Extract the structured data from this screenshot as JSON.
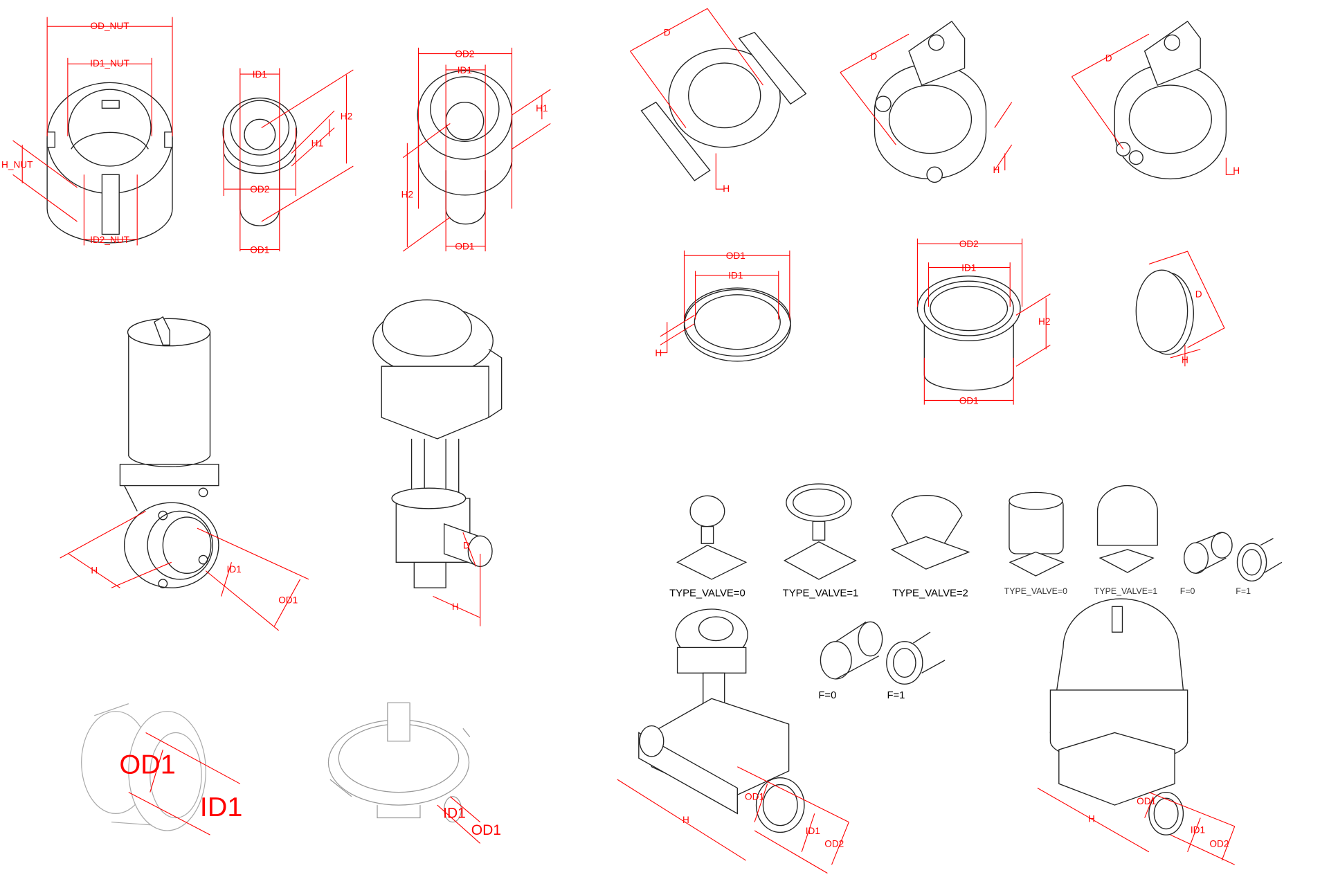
{
  "nut": {
    "od": "OD_NUT",
    "id1": "ID1_NUT",
    "h": "H_NUT",
    "id2": "ID2_NUT"
  },
  "ferrule_a": {
    "id1": "ID1",
    "h2": "H2",
    "h1": "H1",
    "od2": "OD2",
    "od1": "OD1"
  },
  "ferrule_b": {
    "od2": "OD2",
    "id1": "ID1",
    "h1": "H1",
    "h2": "H2",
    "od1": "OD1"
  },
  "clamps": [
    {
      "d": "D",
      "h": "H"
    },
    {
      "d": "D",
      "h": "H"
    },
    {
      "d": "D",
      "h": "H"
    }
  ],
  "gasket": {
    "od1": "OD1",
    "id1": "ID1",
    "h": "H"
  },
  "ferrule_c": {
    "od2": "OD2",
    "id1": "ID1",
    "h2": "H2",
    "od1": "OD1"
  },
  "cap": {
    "d": "D",
    "h": "H"
  },
  "butterfly_valve": {
    "h": "H",
    "id1": "ID1",
    "od1": "OD1"
  },
  "angle_valve": {
    "d": "D",
    "h": "H"
  },
  "fitting": {
    "od1": "OD1",
    "id1": "ID1"
  },
  "sight_glass": {
    "id1": "ID1",
    "od1": "OD1"
  },
  "variants": [
    "TYPE_VALVE=0",
    "TYPE_VALVE=1",
    "TYPE_VALVE=2",
    "TYPE_VALVE=0",
    "TYPE_VALVE=1",
    "F=0",
    "F=1"
  ],
  "ends": [
    "F=0",
    "F=1"
  ],
  "diaphragm_manual": {
    "h": "H",
    "od1": "OD1",
    "id1": "ID1",
    "od2": "OD2"
  },
  "diaphragm_pneumatic": {
    "h": "H",
    "od1": "OD1",
    "id1": "ID1",
    "od2": "OD2"
  }
}
